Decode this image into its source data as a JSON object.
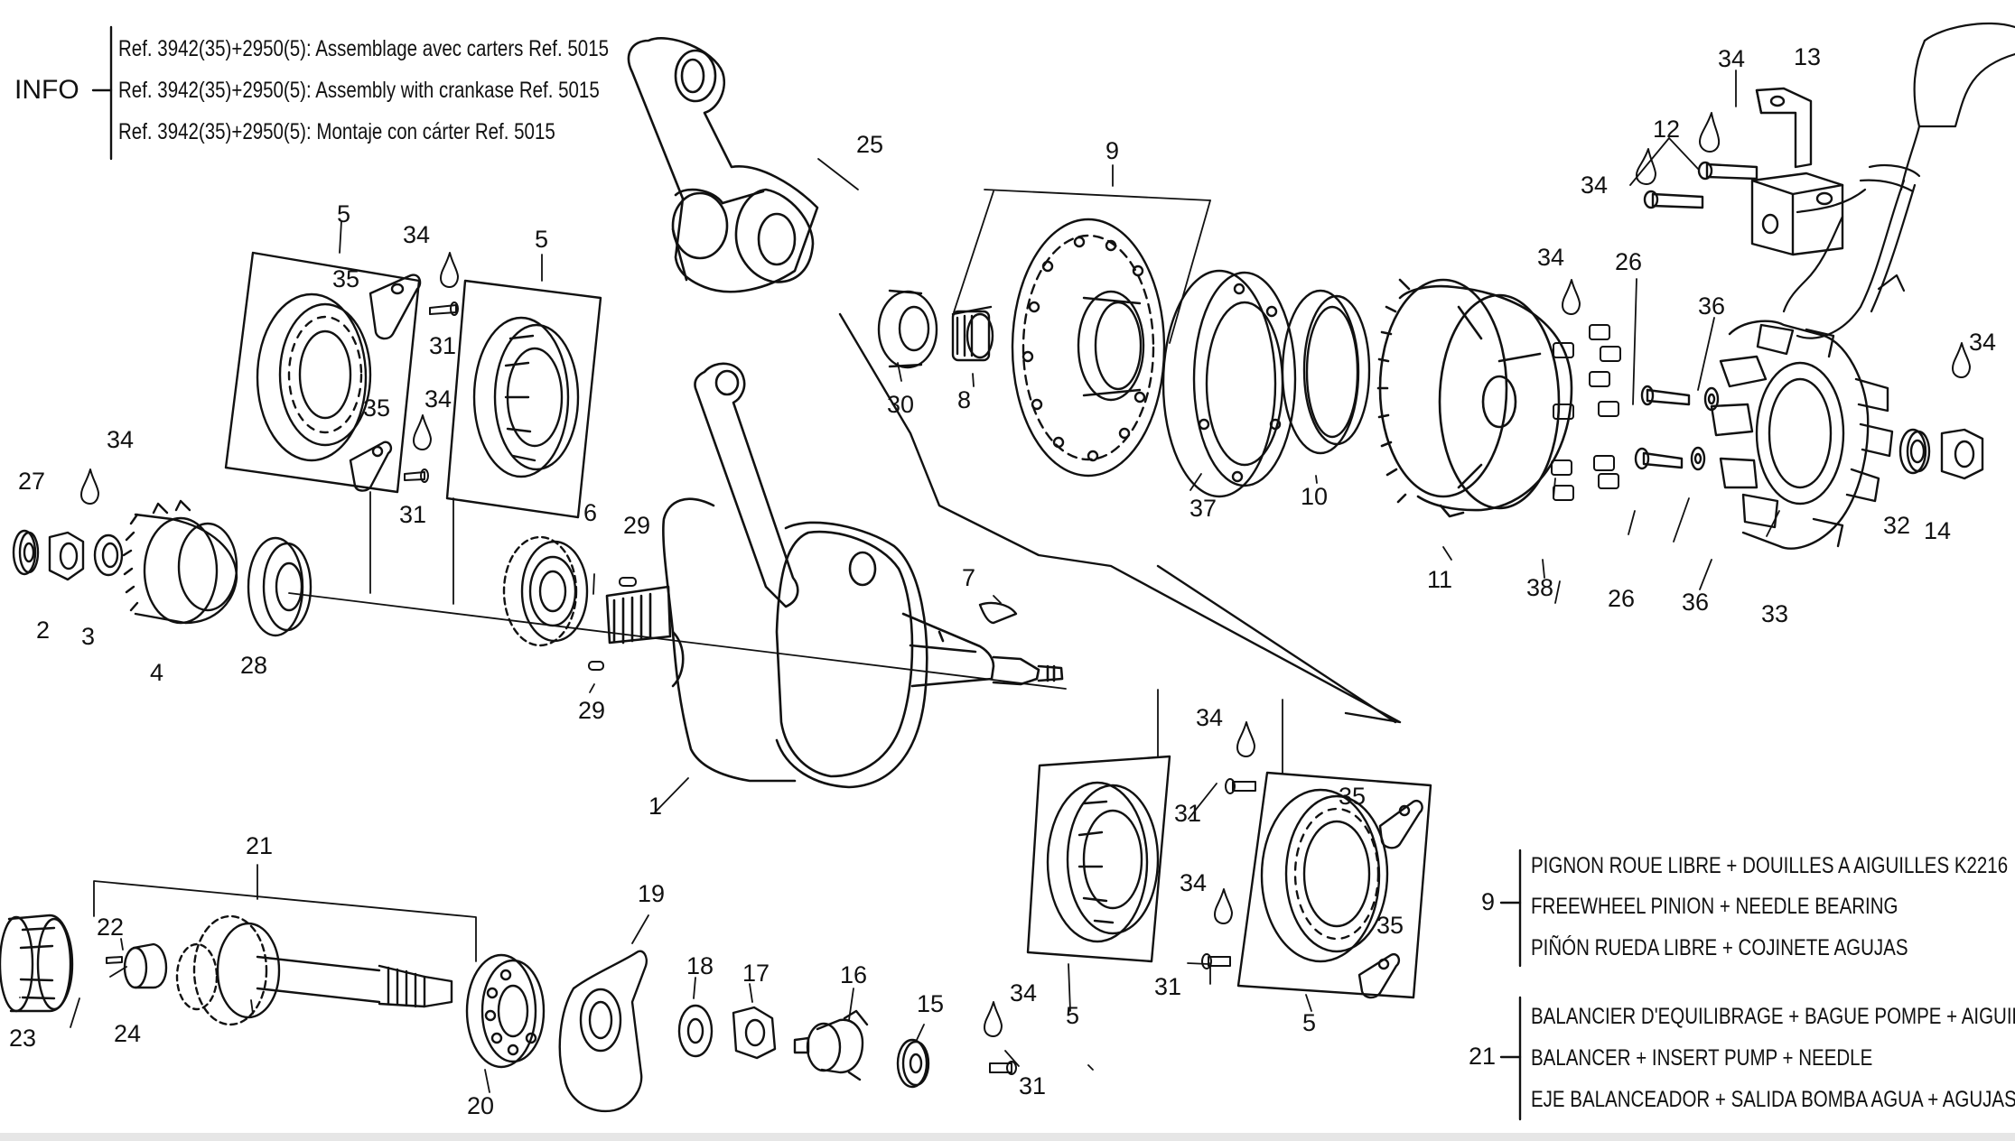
{
  "info": {
    "label": "INFO",
    "lines": [
      "Ref. 3942(35)+2950(5): Assemblage avec carters Ref. 5015",
      "Ref. 3942(35)+2950(5): Assembly with crankase Ref. 5015",
      "Ref. 3942(35)+2950(5): Montaje con cárter Ref. 5015"
    ]
  },
  "legend": {
    "group9": {
      "num": "9",
      "lines": [
        "PIGNON ROUE LIBRE + DOUILLES A AIGUILLES K2216",
        "FREEWHEEL PINION + NEEDLE BEARING",
        "PIÑÓN RUEDA LIBRE + COJINETE AGUJAS"
      ]
    },
    "group21": {
      "num": "21",
      "lines": [
        "BALANCIER D'EQUILIBRAGE + BAGUE POMPE + AIGUILLE",
        "BALANCER + INSERT PUMP + NEEDLE",
        "EJE BALANCEADOR + SALIDA BOMBA AGUA + AGUJAS"
      ]
    }
  },
  "callouts": [
    {
      "id": "c25",
      "text": "25"
    },
    {
      "id": "c9",
      "text": "9"
    },
    {
      "id": "c34a",
      "text": "34"
    },
    {
      "id": "c13",
      "text": "13"
    },
    {
      "id": "c12",
      "text": "12"
    },
    {
      "id": "c34b",
      "text": "34"
    },
    {
      "id": "c5a",
      "text": "5"
    },
    {
      "id": "c34c",
      "text": "34"
    },
    {
      "id": "c5b",
      "text": "5"
    },
    {
      "id": "c35a",
      "text": "35"
    },
    {
      "id": "c31a",
      "text": "31"
    },
    {
      "id": "c34d",
      "text": "34"
    },
    {
      "id": "c35b",
      "text": "35"
    },
    {
      "id": "c31b",
      "text": "31"
    },
    {
      "id": "c34e",
      "text": "34"
    },
    {
      "id": "c27",
      "text": "27"
    },
    {
      "id": "c2",
      "text": "2"
    },
    {
      "id": "c3",
      "text": "3"
    },
    {
      "id": "c4",
      "text": "4"
    },
    {
      "id": "c28",
      "text": "28"
    },
    {
      "id": "c6",
      "text": "6"
    },
    {
      "id": "c29a",
      "text": "29"
    },
    {
      "id": "c29b",
      "text": "29"
    },
    {
      "id": "c30",
      "text": "30"
    },
    {
      "id": "c8",
      "text": "8"
    },
    {
      "id": "c37",
      "text": "37"
    },
    {
      "id": "c10",
      "text": "10"
    },
    {
      "id": "c11",
      "text": "11"
    },
    {
      "id": "c34f",
      "text": "34"
    },
    {
      "id": "c26a",
      "text": "26"
    },
    {
      "id": "c36a",
      "text": "36"
    },
    {
      "id": "c34g",
      "text": "34"
    },
    {
      "id": "c38",
      "text": "38"
    },
    {
      "id": "c26b",
      "text": "26"
    },
    {
      "id": "c36b",
      "text": "36"
    },
    {
      "id": "c33",
      "text": "33"
    },
    {
      "id": "c32",
      "text": "32"
    },
    {
      "id": "c14",
      "text": "14"
    },
    {
      "id": "c7",
      "text": "7"
    },
    {
      "id": "c1",
      "text": "1"
    },
    {
      "id": "c34h",
      "text": "34"
    },
    {
      "id": "c31c",
      "text": "31"
    },
    {
      "id": "c35c",
      "text": "35"
    },
    {
      "id": "c34i",
      "text": "34"
    },
    {
      "id": "c35d",
      "text": "35"
    },
    {
      "id": "c31d",
      "text": "31"
    },
    {
      "id": "c5c",
      "text": "5"
    },
    {
      "id": "c5d",
      "text": "5"
    },
    {
      "id": "c21",
      "text": "21"
    },
    {
      "id": "c22",
      "text": "22"
    },
    {
      "id": "c23",
      "text": "23"
    },
    {
      "id": "c24",
      "text": "24"
    },
    {
      "id": "c19",
      "text": "19"
    },
    {
      "id": "c20",
      "text": "20"
    },
    {
      "id": "c18",
      "text": "18"
    },
    {
      "id": "c17",
      "text": "17"
    },
    {
      "id": "c16",
      "text": "16"
    },
    {
      "id": "c15",
      "text": "15"
    },
    {
      "id": "c34j",
      "text": "34"
    },
    {
      "id": "c31e",
      "text": "31"
    }
  ]
}
